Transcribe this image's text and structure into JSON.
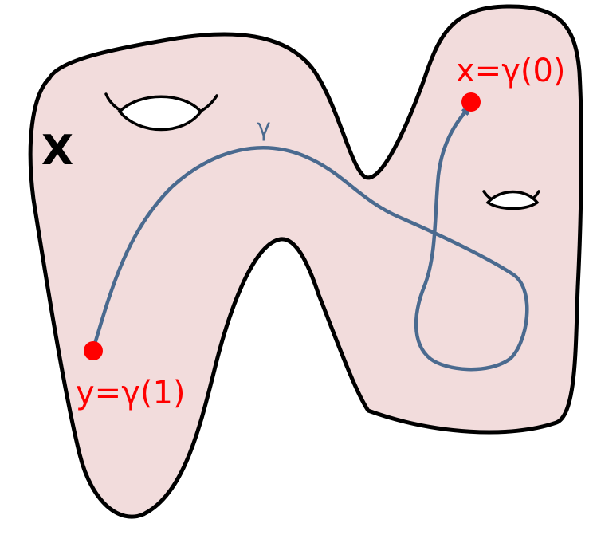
{
  "space_label": "X",
  "path_label": "γ",
  "point_x_label": "x=γ(0)",
  "point_y_label": "y=γ(1)",
  "colors": {
    "surface_fill": "#f2dcdc",
    "outline": "#000000",
    "path": "#4a6a8f",
    "point": "#ff0000",
    "point_label": "#ff0000",
    "path_label": "#4a6a8f"
  }
}
